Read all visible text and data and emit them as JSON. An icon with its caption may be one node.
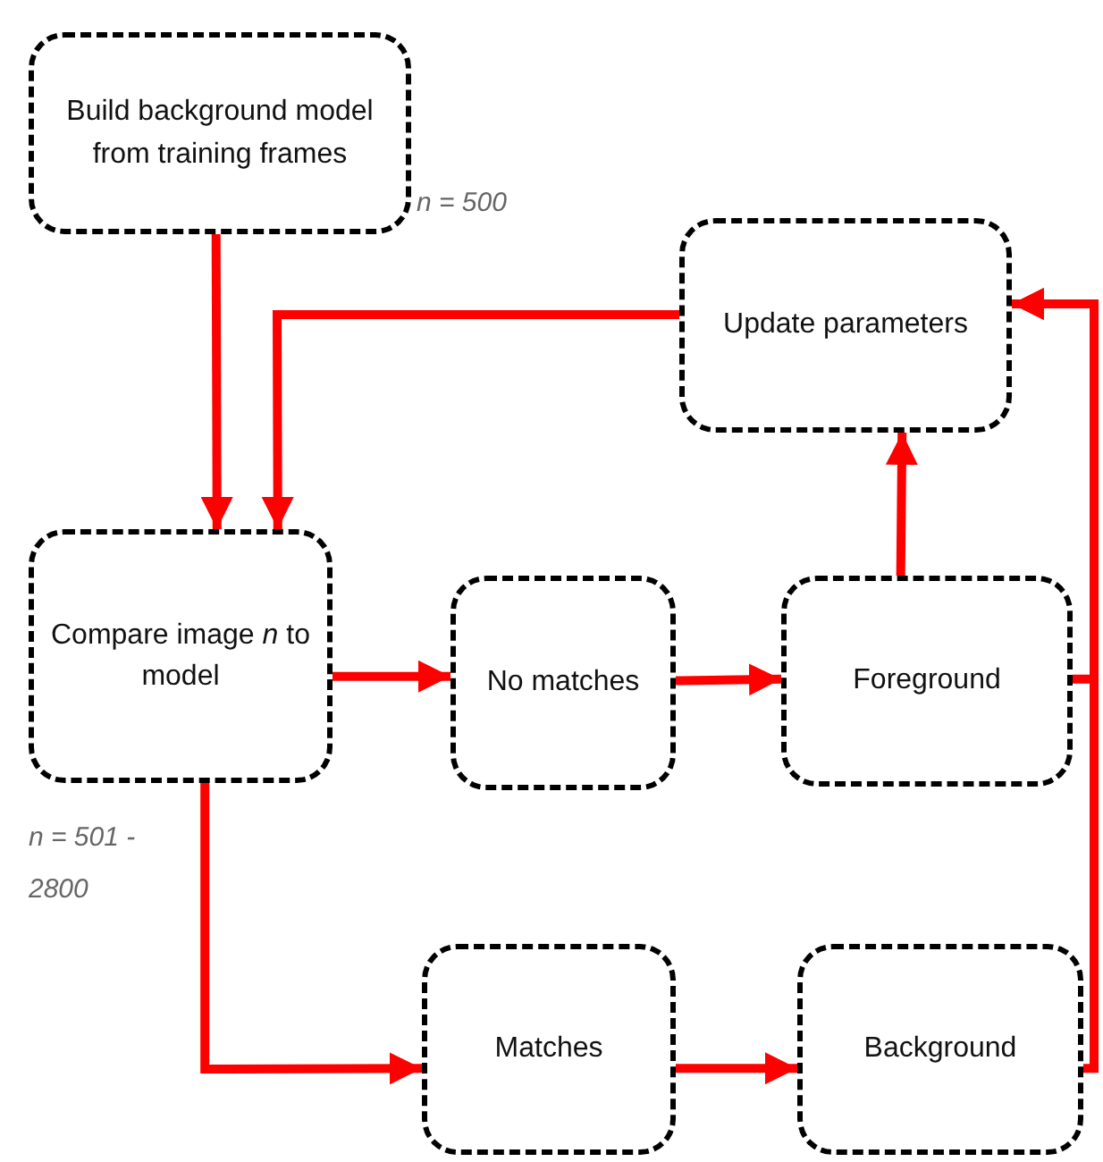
{
  "diagram": {
    "nodes": [
      {
        "text": [
          "Build background model from training frames"
        ],
        "beside": [
          "n = 500"
        ]
      },
      {
        "text": [
          "Update parameters"
        ]
      },
      {
        "text": [
          "Compare image *n* to model"
        ],
        "beside": [
          "n = 501 - 2800"
        ]
      },
      {
        "text": [
          "No matches"
        ]
      },
      {
        "text": [
          "Foreground"
        ]
      },
      {
        "text": [
          "Matches"
        ]
      },
      {
        "text": [
          "Background"
        ]
      }
    ],
    "edges": [
      {
        "from": 0,
        "to": 2,
        "arrow": "to"
      },
      {
        "from": 1,
        "to": 2,
        "arrow": "to"
      },
      {
        "from": 2,
        "to": 3,
        "arrow": "to"
      },
      {
        "from": 3,
        "to": 4,
        "arrow": "to"
      },
      {
        "from": 4,
        "to": 1,
        "arrow": "to"
      },
      {
        "from": 2,
        "to": 5,
        "arrow": "to"
      },
      {
        "from": 5,
        "to": 6,
        "arrow": "to"
      },
      {
        "from": 4,
        "to": 1,
        "arrow": "to"
      },
      {
        "from": 6,
        "to": 1,
        "arrow": "to"
      }
    ]
  }
}
